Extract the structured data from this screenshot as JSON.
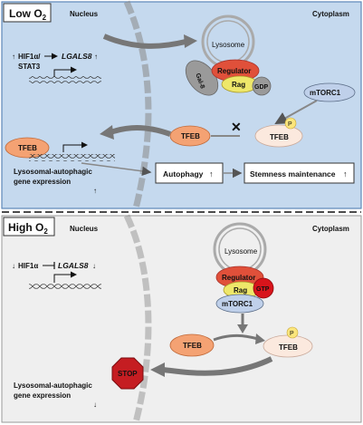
{
  "panel_low": {
    "title": "Low O",
    "title_sub": "2",
    "nucleus": "Nucleus",
    "cytoplasm": "Cytoplasm",
    "hif_line": "HIF1α/",
    "stat3": "STAT3",
    "gene": "LGALS8",
    "lysosome": "Lysosome",
    "galectin": "Gal-8",
    "regulator": "Regulator",
    "rag": "Rag",
    "gdp": "GDP",
    "mtorc1": "mTORC1",
    "tfeb_nuc": "TFEB",
    "tfeb_cyt": "TFEB",
    "tfeb_p": "TFEB",
    "p": "P",
    "expression_1": "Lysosomal-autophagic",
    "expression_2": "gene expression",
    "autophagy": "Autophagy",
    "stemness": "Stemness maintenance",
    "bg_color": "#c5d9ee",
    "stroke_color": "#5c87b8"
  },
  "panel_high": {
    "title": "High O",
    "title_sub": "2",
    "nucleus": "Nucleus",
    "cytoplasm": "Cytoplasm",
    "hif_line": "HIF1α",
    "gene": "LGALS8",
    "lysosome": "Lysosome",
    "regulator": "Regulator",
    "rag": "Rag",
    "gtp": "GTP",
    "mtorc1": "mTORC1",
    "tfeb": "TFEB",
    "tfeb_p": "TFEB",
    "p": "P",
    "stop": "STOP",
    "expression_1": "Lysosomal-autophagic",
    "expression_2": "gene expression",
    "bg_color": "#efefef"
  },
  "colors": {
    "tfeb_orange": "#f4a273",
    "regulator_red": "#e0503a",
    "rag_yellow": "#eee76a",
    "mtorc_blue": "#bfd0ea",
    "gtp_red": "#d8141b",
    "gdp_grey": "#9a9a9a",
    "phospho_yellow": "#fbe57c",
    "stop_red": "#c51d22"
  }
}
